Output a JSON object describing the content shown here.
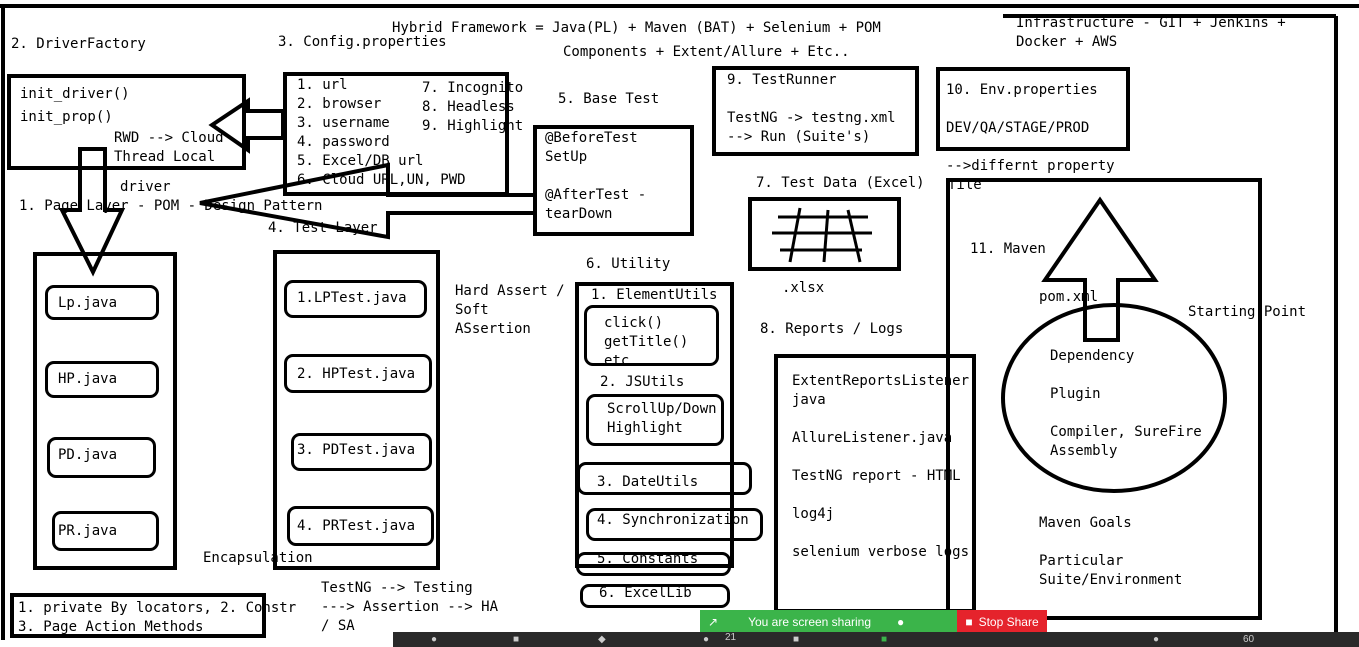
{
  "header": {
    "title_line1": "Hybrid Framework = Java(PL) + Maven (BAT) + Selenium + POM",
    "title_line2": "Components + Extent/Allure + Etc..",
    "infra_line1": "Infrastructure - GIT + Jenkins +",
    "infra_line2": "Docker + AWS"
  },
  "driver_factory": {
    "label": "2. DriverFactory",
    "line1": "init_driver()",
    "line2": "init_prop()",
    "rwd": "RWD --> Cloud",
    "thread": "Thread Local",
    "driver": "driver"
  },
  "config": {
    "label": "3. Config.properties",
    "items": [
      "1. url",
      "2. browser",
      "3. username",
      "4. password",
      "5. Excel/DB url",
      "6. Cloud URL,UN, PWD"
    ],
    "items_right": [
      "7. Incognito",
      "8. Headless",
      "9. Highlight"
    ]
  },
  "base_test": {
    "label": "5. Base Test",
    "line1": "@BeforeTest",
    "line2": "SetUp",
    "line3": "@AfterTest -",
    "line4": "tearDown"
  },
  "test_runner": {
    "label": "9. TestRunner",
    "line1": "TestNG -> testng.xml",
    "line2": "--> Run (Suite's)"
  },
  "env": {
    "label": "10. Env.properties",
    "line1": "DEV/QA/STAGE/PROD",
    "note": "-->differnt property",
    "note2": "file"
  },
  "page_layer": {
    "label": "1. Page Layer - POM - Design Pattern",
    "files": [
      "Lp.java",
      "HP.java",
      "PD.java",
      "PR.java"
    ],
    "encapsulation": "Encapsulation",
    "bottom_line1": "1. private By locators, 2. Constr",
    "bottom_line2": "3. Page Action Methods"
  },
  "test_layer": {
    "label": "4. Test Layer",
    "files": [
      "1.LPTest.java",
      "2. HPTest.java",
      "3. PDTest.java",
      "4. PRTest.java"
    ],
    "assert_line1": "Hard Assert /",
    "assert_line2": "Soft",
    "assert_line3": "ASsertion",
    "testng_line1": "TestNG --> Testing",
    "testng_line2": "---> Assertion --> HA",
    "testng_line3": "/ SA"
  },
  "utility": {
    "label": "6. Utility",
    "element_utils": "1. ElementUtils",
    "eu_items": [
      "click()",
      "getTitle()",
      "etc"
    ],
    "js_utils": "2. JSUtils",
    "js_items": [
      "ScrollUp/Down",
      "Highlight"
    ],
    "others": [
      "3. DateUtils",
      "4. Synchronization",
      "5. Constants",
      "6. ExcelLib"
    ]
  },
  "test_data": {
    "label": "7. Test Data (Excel)",
    "ext": ".xlsx"
  },
  "reports": {
    "label": "8. Reports / Logs",
    "items": [
      "ExtentReportsListener.",
      "java",
      "AllureListener.java",
      "TestNG report - HTML",
      "log4j",
      "selenium verbose logs"
    ]
  },
  "maven": {
    "label": "11. Maven",
    "pom": "pom.xml",
    "starting": "Starting Point",
    "circle": [
      "Dependency",
      "Plugin",
      "Compiler, SureFire",
      "Assembly"
    ],
    "goals": "Maven Goals",
    "suite_line1": "Particular",
    "suite_line2": "Suite/Environment"
  },
  "share": {
    "status": "You are screen sharing",
    "stop": "Stop Share",
    "green": "#3bb44a",
    "red": "#e5232c"
  },
  "taskbar": {
    "count": "21",
    "zoom": "60"
  }
}
